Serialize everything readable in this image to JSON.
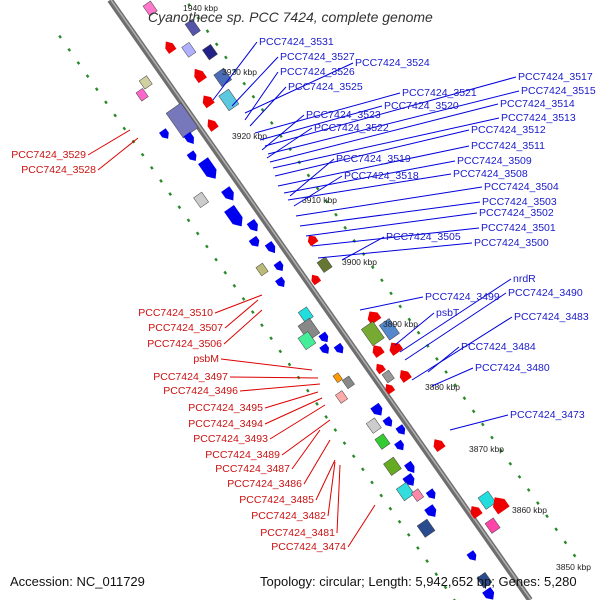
{
  "title": "Cyanothece sp. PCC 7424, complete genome",
  "colors": {
    "forward": "#0000ee",
    "reverse": "#ee0000",
    "label_right": "#1a1acc",
    "label_left": "#cc1111",
    "backbone": "#6e6e6e",
    "tick": "#2a8a2a"
  },
  "ticks": [
    "1940 kbp",
    "3930 kbp",
    "3920 kbp",
    "3910 kbp",
    "3900 kbp",
    "3890 kbp",
    "3880 kbp",
    "3870 kbp",
    "3860 kbp",
    "3850 kbp"
  ],
  "right_labels": [
    "PCC7424_3531",
    "PCC7424_3527",
    "PCC7424_3524",
    "PCC7424_3526",
    "PCC7424_3525",
    "PCC7424_3517",
    "PCC7424_3515",
    "PCC7424_3521",
    "PCC7424_3520",
    "PCC7424_3514",
    "PCC7424_3523",
    "PCC7424_3513",
    "PCC7424_3522",
    "PCC7424_3512",
    "PCC7424_3511",
    "PCC7424_3519",
    "PCC7424_3509",
    "PCC7424_3518",
    "PCC7424_3508",
    "PCC7424_3504",
    "PCC7424_3503",
    "PCC7424_3502",
    "PCC7424_3501",
    "PCC7424_3505",
    "PCC7424_3500",
    "nrdR",
    "PCC7424_3499",
    "PCC7424_3490",
    "psbT",
    "PCC7424_3483",
    "PCC7424_3484",
    "PCC7424_3480",
    "PCC7424_3473"
  ],
  "left_labels": [
    "PCC7424_3529",
    "PCC7424_3528",
    "PCC7424_3510",
    "PCC7424_3507",
    "PCC7424_3506",
    "psbM",
    "PCC7424_3497",
    "PCC7424_3496",
    "PCC7424_3495",
    "PCC7424_3494",
    "PCC7424_3493",
    "PCC7424_3489",
    "PCC7424_3487",
    "PCC7424_3486",
    "PCC7424_3485",
    "PCC7424_3482",
    "PCC7424_3481",
    "PCC7424_3474"
  ],
  "footer": {
    "accession": "Accession: NC_011729",
    "stats": "Topology: circular; Length: 5,942,652 bp; Genes: 5,280"
  }
}
